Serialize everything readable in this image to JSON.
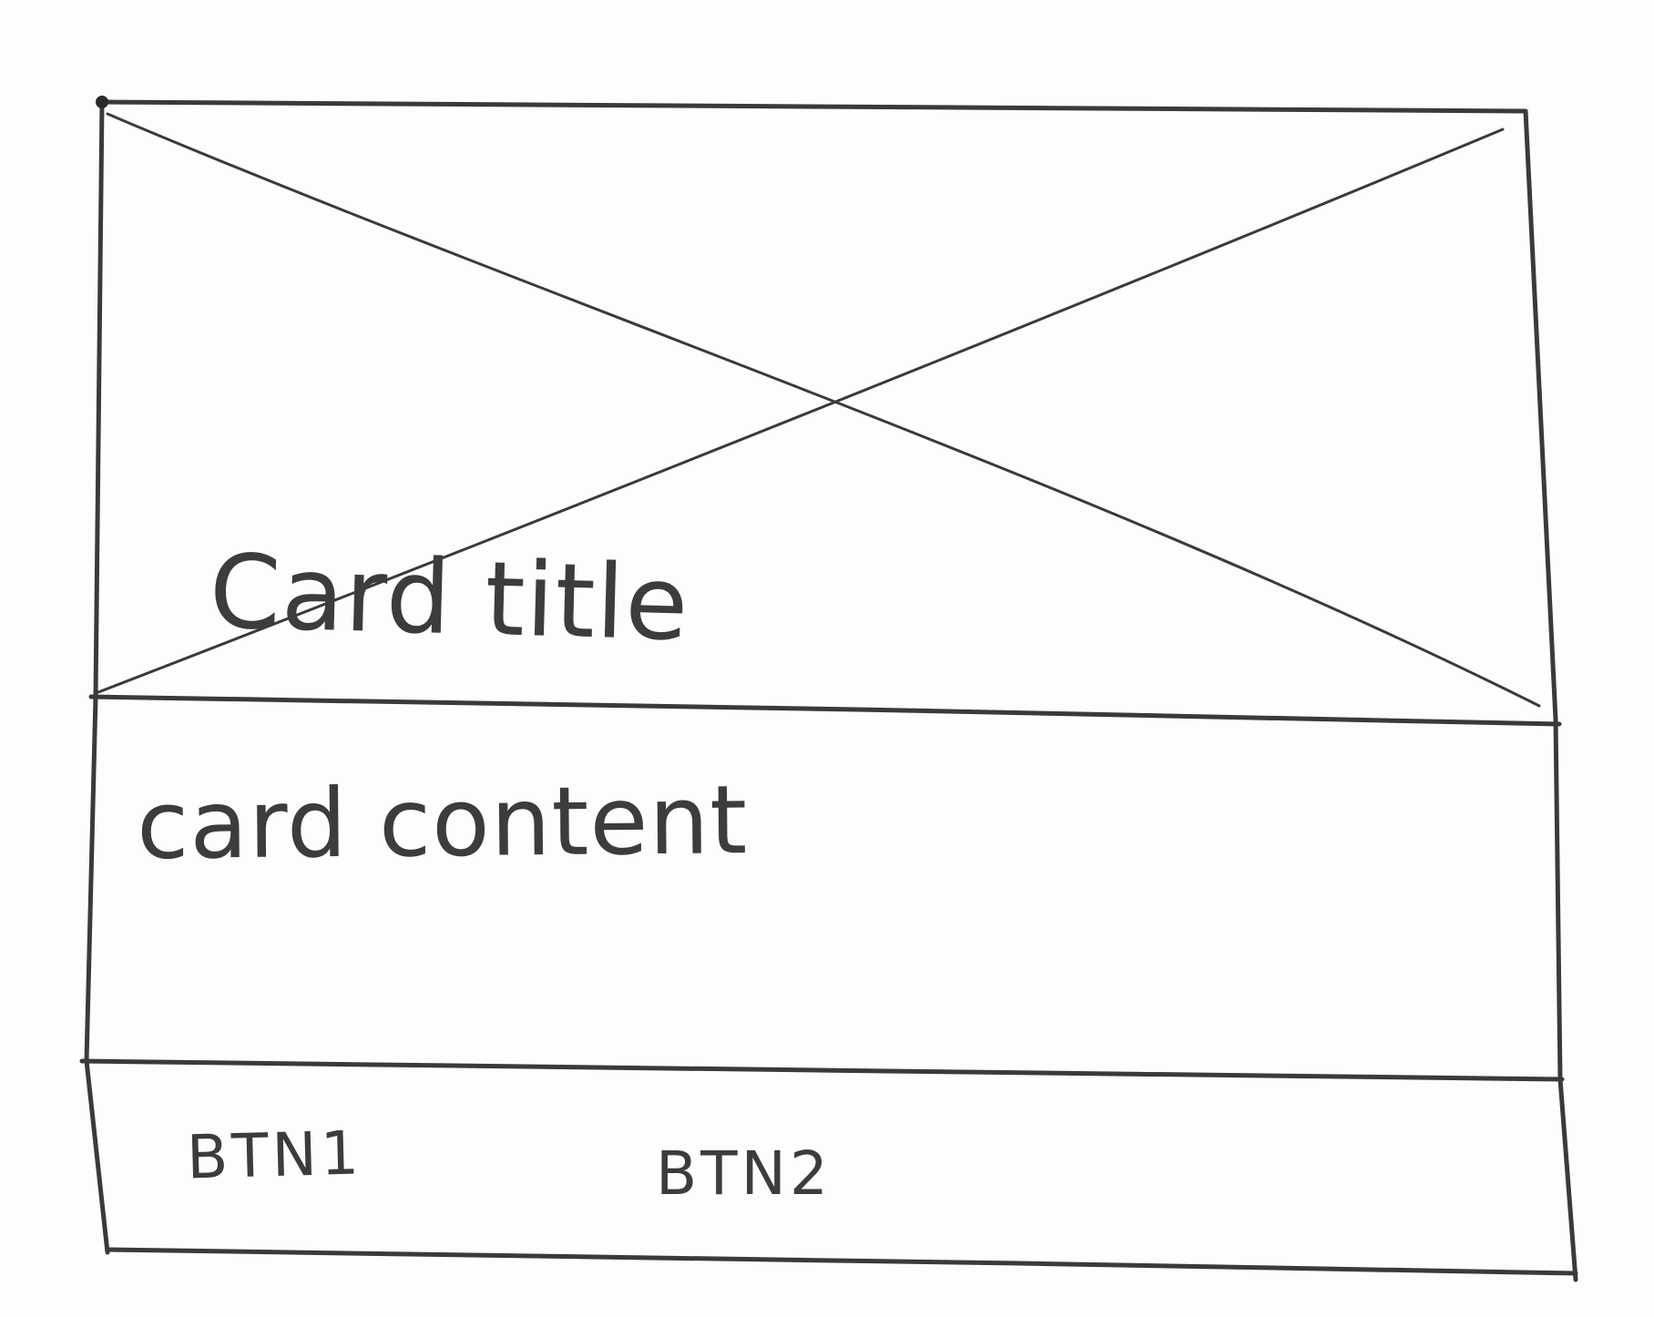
{
  "card": {
    "title": "Card title",
    "content": "card content",
    "actions": [
      "BTN1",
      "BTN2"
    ]
  }
}
